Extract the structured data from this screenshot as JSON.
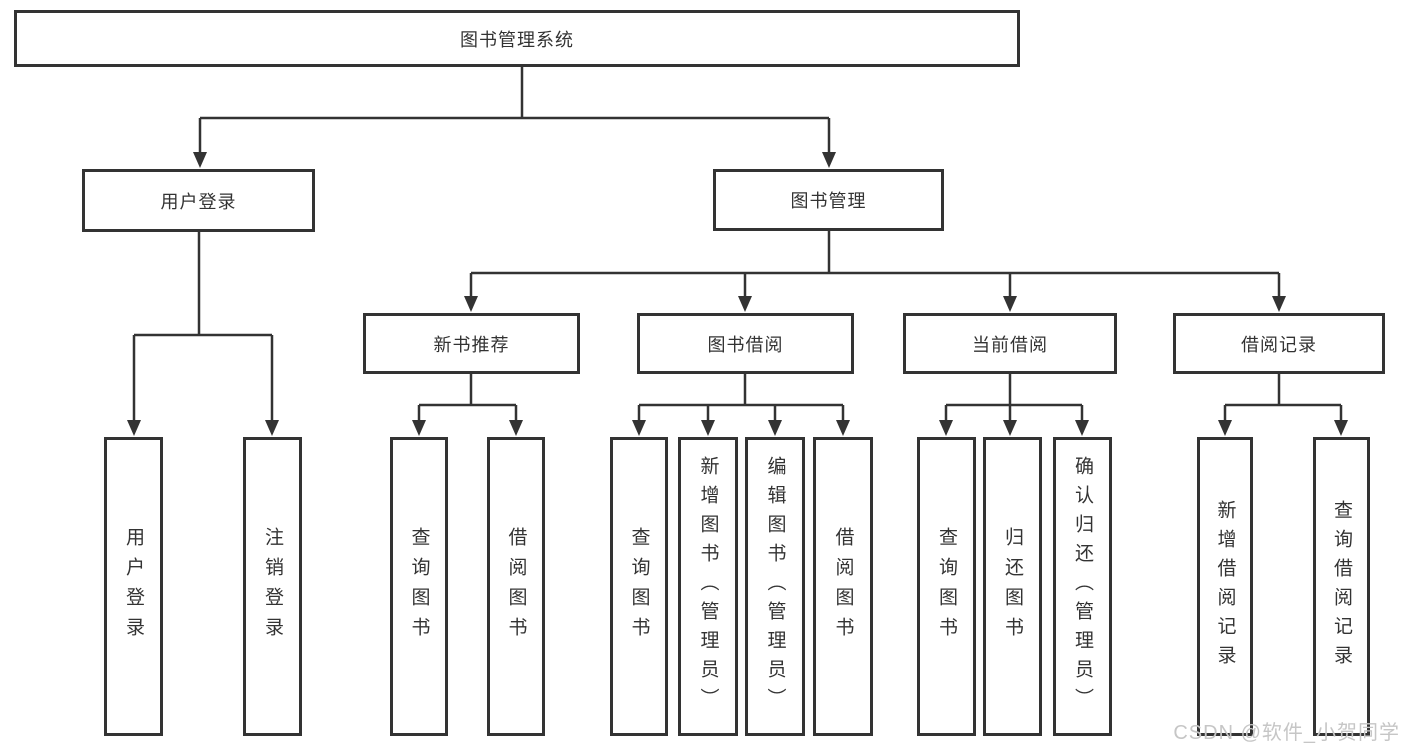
{
  "title": "图书管理系统",
  "branches": {
    "user": {
      "label": "用户登录",
      "children": [
        {
          "label": "用户登录"
        },
        {
          "label": "注销登录"
        }
      ]
    },
    "book": {
      "label": "图书管理",
      "sections": [
        {
          "label": "新书推荐",
          "children": [
            {
              "label": "查询图书"
            },
            {
              "label": "借阅图书"
            }
          ]
        },
        {
          "label": "图书借阅",
          "children": [
            {
              "label": "查询图书"
            },
            {
              "label": "新增图书（管理员）"
            },
            {
              "label": "编辑图书（管理员）"
            },
            {
              "label": "借阅图书"
            }
          ]
        },
        {
          "label": "当前借阅",
          "children": [
            {
              "label": "查询图书"
            },
            {
              "label": "归还图书"
            },
            {
              "label": "确认归还（管理员）"
            }
          ]
        },
        {
          "label": "借阅记录",
          "children": [
            {
              "label": "新增借阅记录"
            },
            {
              "label": "查询借阅记录"
            }
          ]
        }
      ]
    }
  },
  "watermark": "CSDN @软件_小贺同学",
  "colors": {
    "line": "#333333",
    "text": "#333333",
    "watermark": "#c6c6c6",
    "background": "#ffffff"
  }
}
